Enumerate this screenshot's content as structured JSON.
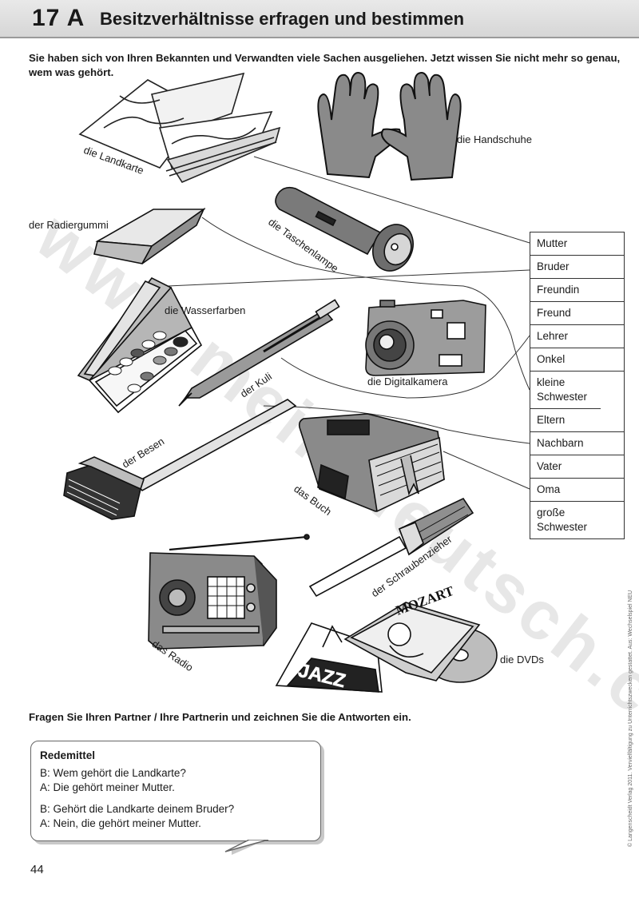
{
  "header": {
    "unit_number": "17 A",
    "title": "Besitzverhältnisse erfragen und bestimmen"
  },
  "instruction_top": "Sie haben sich von Ihren Bekannten und Verwandten viele Sachen ausgeliehen. Jetzt wissen Sie nicht mehr so genau, wem was gehört.",
  "items": {
    "landkarte": "die Landkarte",
    "handschuhe": "die Handschuhe",
    "radiergummi": "der Radiergummi",
    "taschenlampe": "die Taschenlampe",
    "wasserfarben": "die Wasserfarben",
    "kuli": "der Kuli",
    "digitalkamera": "die Digitalkamera",
    "besen": "der Besen",
    "buch": "das Buch",
    "schraubenzieher": "der Schraubenzieher",
    "radio": "das Radio",
    "dvds": "die DVDs"
  },
  "image_text": {
    "jazz": "JAZZ",
    "mozart": "MOZART"
  },
  "persons": [
    "Mutter",
    "Bruder",
    "Freundin",
    "Freund",
    "Lehrer",
    "Onkel",
    "kleine Schwester",
    "Eltern",
    "Nachbarn",
    "Vater",
    "Oma",
    "große Schwester"
  ],
  "instruction_bottom": "Fragen Sie Ihren Partner / Ihre Partnerin und zeichnen Sie die Antworten ein.",
  "redemittel": {
    "title": "Redemittel",
    "dialog1": [
      "B: Wem gehört die Landkarte?",
      "A: Die gehört meiner Mutter."
    ],
    "dialog2": [
      "B: Gehört die Landkarte deinem Bruder?",
      "A: Nein, die gehört meiner Mutter."
    ]
  },
  "page_number": "44",
  "watermark": "www.mein-deutsch.cz",
  "copyright": "© Langenscheidt Verlag 2011. Vervielfältigung zu Unterrichtszwecken gestattet. Aus: Wechselspiel NEU"
}
